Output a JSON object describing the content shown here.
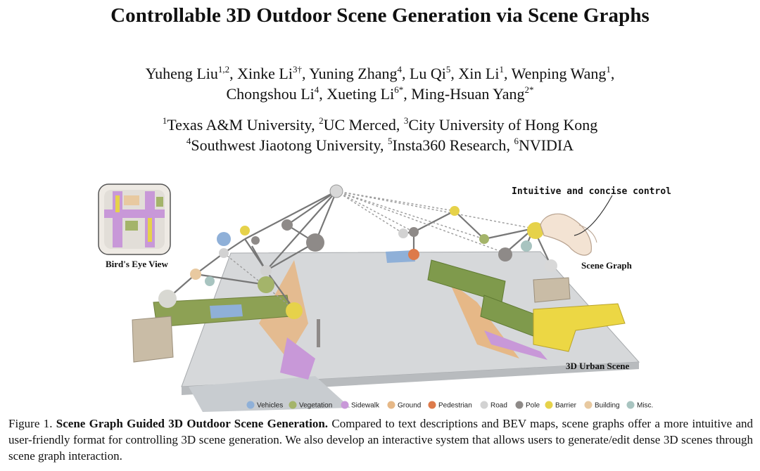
{
  "paper": {
    "title": "Controllable 3D Outdoor Scene Generation via Scene Graphs",
    "authors_line1": [
      {
        "name": "Yuheng Liu",
        "sup": "1,2",
        "sep": ", "
      },
      {
        "name": "Xinke Li",
        "sup": "3†",
        "sep": ", "
      },
      {
        "name": "Yuning Zhang",
        "sup": "4",
        "sep": ", "
      },
      {
        "name": "Lu Qi",
        "sup": "5",
        "sep": ", "
      },
      {
        "name": "Xin Li",
        "sup": "1",
        "sep": ", "
      },
      {
        "name": "Wenping Wang",
        "sup": "1",
        "sep": ","
      }
    ],
    "authors_line2": [
      {
        "name": "Chongshou Li",
        "sup": "4",
        "sep": ", "
      },
      {
        "name": "Xueting Li",
        "sup": "6*",
        "sep": ", "
      },
      {
        "name": "Ming-Hsuan Yang",
        "sup": "2*",
        "sep": ""
      }
    ],
    "affils_line1": [
      {
        "sup": "1",
        "name": "Texas A&M University",
        "sep": ", "
      },
      {
        "sup": "2",
        "name": "UC Merced",
        "sep": ", "
      },
      {
        "sup": "3",
        "name": "City University of Hong Kong",
        "sep": ""
      }
    ],
    "affils_line2": [
      {
        "sup": "4",
        "name": "Southwest Jiaotong University",
        "sep": ", "
      },
      {
        "sup": "5",
        "name": "Insta360 Research",
        "sep": ", "
      },
      {
        "sup": "6",
        "name": "NVIDIA",
        "sep": ""
      }
    ]
  },
  "figure": {
    "bev_label": "Bird's Eye View",
    "control_label": "Intuitive and concise control",
    "scene_graph_label": "Scene Graph",
    "urban_scene_label": "3D Urban Scene",
    "legend": [
      {
        "label": "Vehicles",
        "color": "#8fb0d8"
      },
      {
        "label": "Vegetation",
        "color": "#a4b46a"
      },
      {
        "label": "Sidewalk",
        "color": "#c898d8"
      },
      {
        "label": "Ground",
        "color": "#e6b887"
      },
      {
        "label": "Pedestrian",
        "color": "#dd7a4a"
      },
      {
        "label": "Road",
        "color": "#d2d2d2"
      },
      {
        "label": "Pole",
        "color": "#8e8a88"
      },
      {
        "label": "Barrier",
        "color": "#e6d24a"
      },
      {
        "label": "Building",
        "color": "#e8c9a0"
      },
      {
        "label": "Misc.",
        "color": "#a8c4c0"
      }
    ]
  },
  "caption": {
    "figure_no": "Figure 1.",
    "bold": "Scene Graph Guided 3D Outdoor Scene Generation.",
    "text": "Compared to text descriptions and BEV maps, scene graphs offer a more intuitive and user-friendly format for controlling 3D scene generation. We also develop an interactive system that allows users to generate/edit dense 3D scenes through scene graph interaction."
  }
}
